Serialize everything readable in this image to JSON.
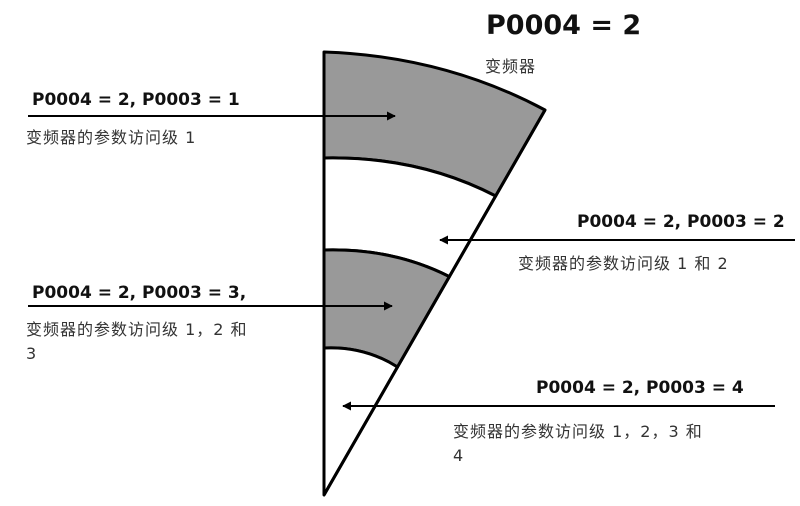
{
  "title": "P0004 = 2",
  "subtitle": "变频器",
  "colors": {
    "shaded": "#999999",
    "clear": "#ffffff",
    "stroke": "#000000"
  },
  "bands": [
    {
      "label": "P0004 = 2, P0003 = 1",
      "desc": [
        "变频器的参数访问级 1"
      ],
      "shaded": true,
      "arrow": "in"
    },
    {
      "label": "P0004 = 2, P0003 = 2",
      "desc": [
        "变频器的参数访问级 1 和 2"
      ],
      "shaded": false,
      "arrow": "out"
    },
    {
      "label": "P0004 = 2, P0003 = 3,",
      "desc": [
        "变频器的参数访问级 1，2 和",
        "3"
      ],
      "shaded": true,
      "arrow": "in"
    },
    {
      "label": "P0004 = 2, P0003 = 4",
      "desc": [
        "变频器的参数访问级 1，2，3 和",
        "4"
      ],
      "shaded": false,
      "arrow": "out"
    }
  ]
}
